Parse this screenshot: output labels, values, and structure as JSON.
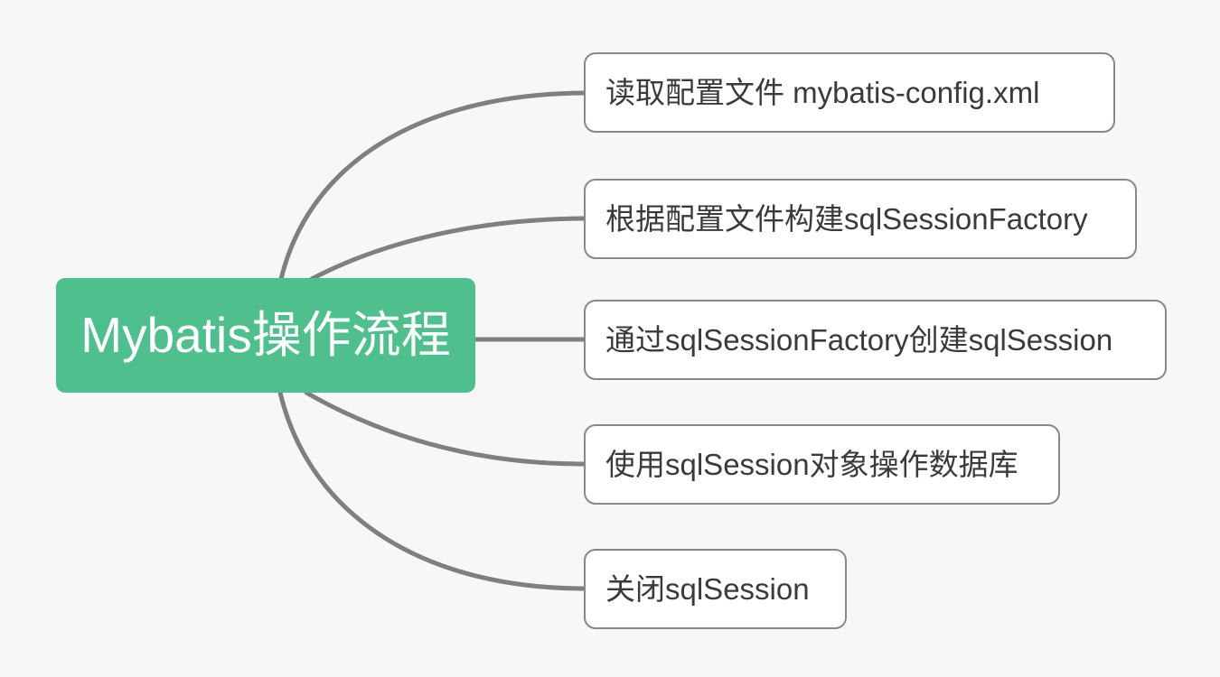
{
  "diagram": {
    "type": "mind-map",
    "background_color": "#f7f7f7",
    "root": {
      "label": "Mybatis操作流程",
      "fill_color": "#4fc08d",
      "text_color": "#ffffff"
    },
    "connector_color": "#7f7f7f",
    "node_border_color": "#888888",
    "node_fill_color": "#ffffff",
    "node_text_color": "#3a3a3a",
    "children": [
      {
        "label": "读取配置文件  mybatis-config.xml"
      },
      {
        "label": "根据配置文件构建sqlSessionFactory"
      },
      {
        "label": "通过sqlSessionFactory创建sqlSession"
      },
      {
        "label": "使用sqlSession对象操作数据库"
      },
      {
        "label": "关闭sqlSession"
      }
    ]
  }
}
